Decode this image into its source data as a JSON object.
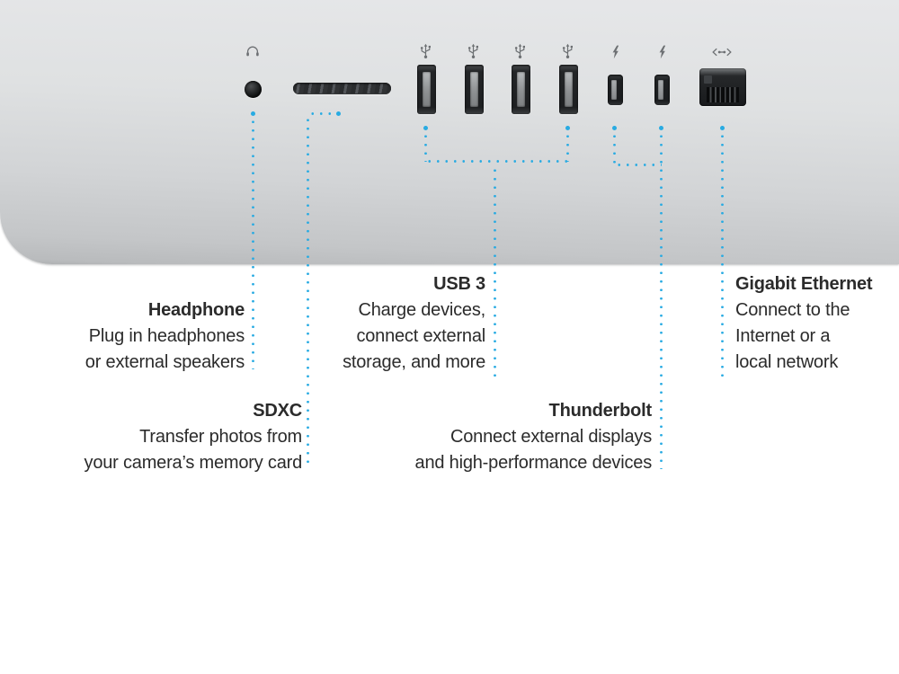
{
  "diagram": {
    "callouts": {
      "headphone": {
        "title": "Headphone",
        "lines": [
          "Plug in headphones",
          "or external speakers"
        ]
      },
      "sdxc": {
        "title": "SDXC",
        "lines": [
          "Transfer photos from",
          "your camera’s memory card"
        ]
      },
      "usb3": {
        "title": "USB 3",
        "lines": [
          "Charge devices,",
          "connect external",
          "storage, and more"
        ]
      },
      "thunderbolt": {
        "title": "Thunderbolt",
        "lines": [
          "Connect external displays",
          "and high-performance devices"
        ]
      },
      "ethernet": {
        "title": "Gigabit Ethernet",
        "lines": [
          "Connect to the",
          "Internet or a",
          "local network"
        ]
      }
    },
    "ports": [
      {
        "name": "headphone-jack",
        "icon": "headphone-icon",
        "count": 1
      },
      {
        "name": "sdxc-card-slot",
        "icon": "none",
        "count": 1
      },
      {
        "name": "usb3-port",
        "icon": "usb-icon",
        "count": 4
      },
      {
        "name": "thunderbolt-port",
        "icon": "thunderbolt-icon",
        "count": 2
      },
      {
        "name": "gigabit-ethernet-port",
        "icon": "ethernet-icon",
        "count": 1
      }
    ],
    "colors": {
      "leader_dot": "#29abe2",
      "text": "#2b2b2b",
      "body_gray_top": "#e6e7e9",
      "body_gray_bottom": "#b9bbbd",
      "icon_gray": "#6d7073"
    }
  }
}
